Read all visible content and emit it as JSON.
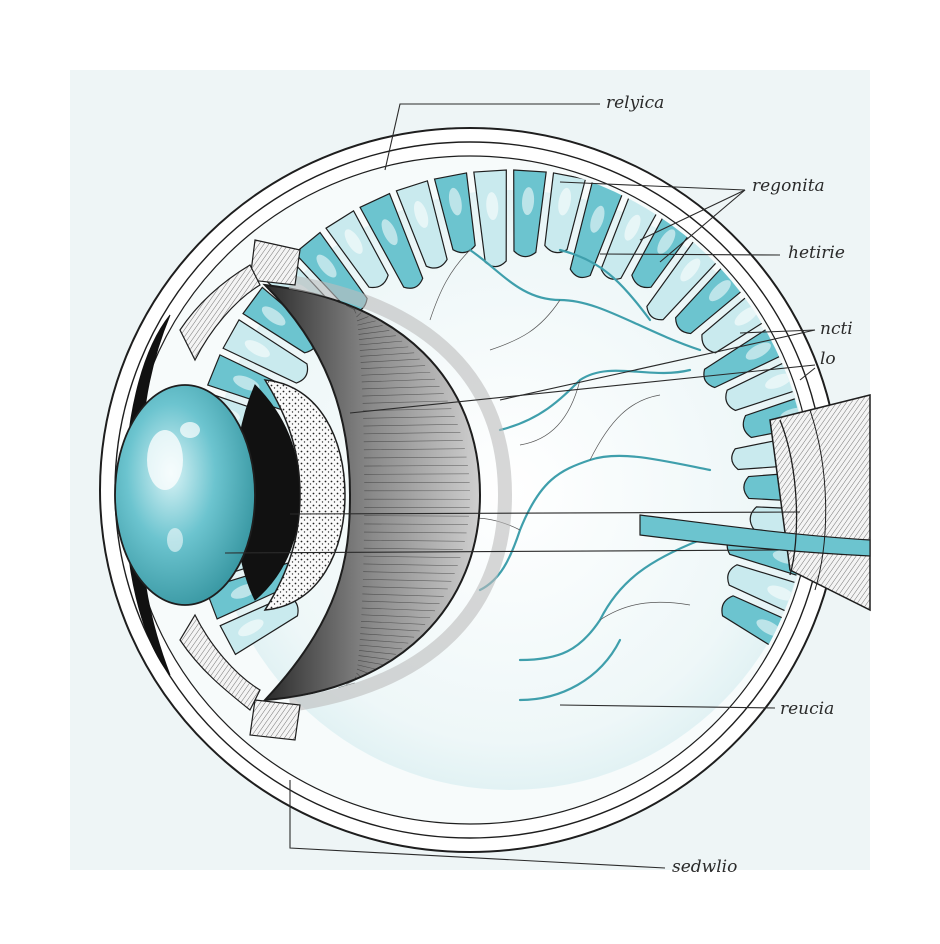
{
  "diagram": {
    "labels": [
      {
        "id": "top",
        "text": "relyica"
      },
      {
        "id": "upper-right-1",
        "text": "regonita"
      },
      {
        "id": "upper-right-2",
        "text": "hetirie"
      },
      {
        "id": "right-1",
        "text": "ncti"
      },
      {
        "id": "right-2",
        "text": "lo"
      },
      {
        "id": "lower-right",
        "text": "reucia"
      },
      {
        "id": "bottom",
        "text": "sedwlio"
      }
    ],
    "colors": {
      "paper": "#eef5f6",
      "teal": "#6cc4cf",
      "teal_dark": "#2f8f9a",
      "teal_light": "#c9eaee",
      "ink": "#1e1e1e",
      "grey": "#7d7d7d",
      "grey_dark": "#3a3a3a"
    }
  }
}
